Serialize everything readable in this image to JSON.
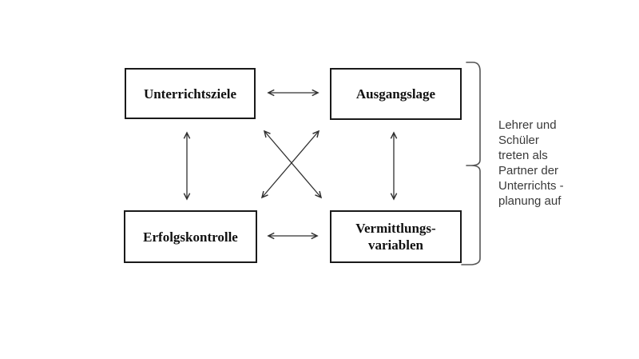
{
  "diagram": {
    "boxes": {
      "top_left": {
        "label": "Unterrichtsziele"
      },
      "top_right": {
        "label": "Ausgangslage"
      },
      "bottom_left": {
        "label": "Erfolgskontrolle"
      },
      "bottom_right": {
        "line1": "Vermittlungs-",
        "line2": "variablen"
      }
    },
    "annotation": {
      "lines": {
        "0": "Lehrer und",
        "1": "Schüler",
        "2": "treten als",
        "3": "Partner der",
        "4": "Unterrichts -",
        "5": "planung auf"
      }
    },
    "colors": {
      "background": "#ffffff",
      "box_border": "#1a1a1a",
      "box_text": "#111111",
      "arrow": "#303030",
      "brace": "#555555",
      "annotation_text": "#3a3a3a"
    }
  }
}
